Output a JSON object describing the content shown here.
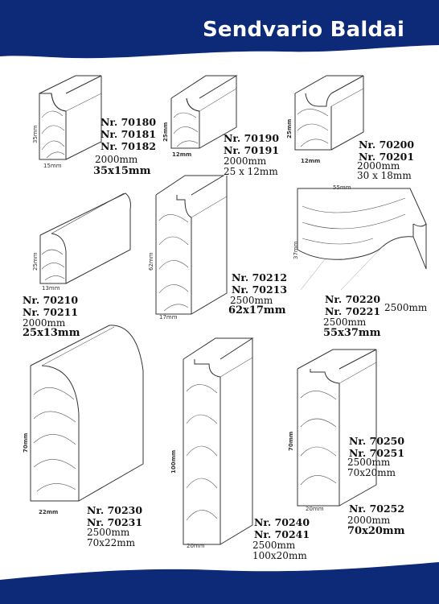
{
  "header": {
    "title": "Sendvario Baldai",
    "bg_color": "#0c2a78"
  },
  "products": [
    {
      "codes": [
        "Nr. 70180",
        "Nr. 70181",
        "Nr. 70182"
      ],
      "length": "2000mm",
      "size": "35x15mm",
      "height_dim": "35mm",
      "width_dim": "15mm"
    },
    {
      "codes": [
        "Nr. 70190",
        "Nr. 70191"
      ],
      "length": "2000mm",
      "size": "25 x 12mm",
      "height_dim": "25mm",
      "width_dim": "12mm"
    },
    {
      "codes": [
        "Nr. 70200",
        "Nr. 70201"
      ],
      "length": "2000mm",
      "size": "30 x 18mm",
      "height_dim": "25mm",
      "width_dim": "12mm"
    },
    {
      "codes": [
        "Nr. 70210",
        "Nr. 70211"
      ],
      "length": "2000mm",
      "size": "25x13mm",
      "height_dim": "25mm",
      "width_dim": "13mm"
    },
    {
      "codes": [
        "Nr. 70212",
        "Nr. 70213"
      ],
      "length": "2500mm",
      "size": "62x17mm",
      "height_dim": "62mm",
      "width_dim": "17mm"
    },
    {
      "codes": [
        "Nr. 70220",
        "Nr. 70221"
      ],
      "length": "2500mm",
      "length_side": "2500mm",
      "size": "55x37mm",
      "height_dim": "37mm",
      "width_dim": "55mm"
    },
    {
      "codes": [
        "Nr. 70230",
        "Nr. 70231"
      ],
      "length": "2500mm",
      "size": "70x22mm",
      "height_dim": "70mm",
      "width_dim": "22mm"
    },
    {
      "codes": [
        "Nr. 70240",
        "Nr. 70241"
      ],
      "length": "2500mm",
      "size": "100x20mm",
      "height_dim": "100mm",
      "width_dim": "20mm"
    },
    {
      "codes": [
        "Nr. 70250",
        "Nr. 70251"
      ],
      "length": "2500mm",
      "size": "70x20mm",
      "height_dim": "70mm",
      "width_dim": "20mm",
      "extra_code": "Nr. 70252",
      "extra_length": "2000mm",
      "extra_size": "70x20mm"
    }
  ]
}
